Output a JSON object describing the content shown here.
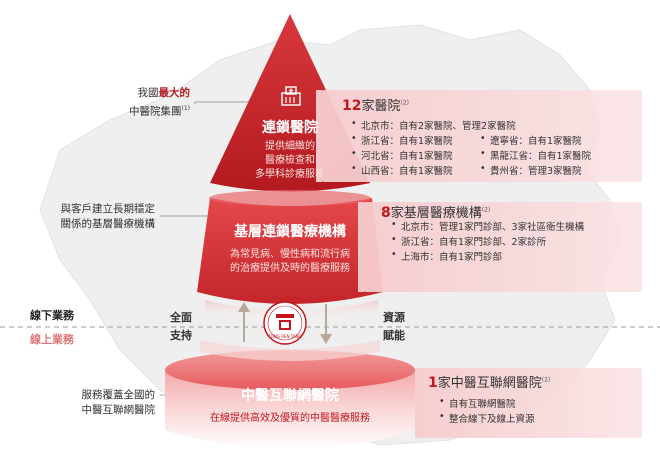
{
  "colors": {
    "primary_red": "#c4161c",
    "deep_red": "#b01e23",
    "pink_panel": "#f6ccce",
    "map_gray": "#ececec"
  },
  "left_notes": {
    "group_prefix": "我國",
    "group_highlight": "最大的",
    "group_line2": "中醫院集團",
    "group_sup": "(1)",
    "customer_line1": "與客戶建立長期穩定",
    "customer_line2": "關係的基層醫療機構",
    "online_line1": "服務覆蓋全國的",
    "online_line2": "中醫互聯網醫院"
  },
  "tiers": {
    "top": {
      "icon": "hospital-icon",
      "title": "連鎖醫院",
      "desc": [
        "提供細緻的",
        "醫療檢查和",
        "多學科診療服務"
      ]
    },
    "middle": {
      "title": "基層連鎖醫療機構",
      "desc": [
        "為常見病、慢性病和流行病",
        "的治療提供及時的醫療服務"
      ]
    },
    "bottom": {
      "title": "中醫互聯網醫院",
      "desc": "在線提供高效及優質的中醫醫療服務"
    }
  },
  "center": {
    "left_line1": "全面",
    "left_line2": "支持",
    "right_line1": "資源",
    "right_line2": "賦能",
    "offline_label": "線下業務",
    "online_label": "線上業務",
    "logo_text": "TONG REN TANG",
    "logo_icon": "tongrentang-seal-icon"
  },
  "panels": {
    "hospitals": {
      "num": "12",
      "unit": "家醫院",
      "sup": "(2)",
      "items": [
        "北京市：自有2家醫院、管理2家醫院",
        "浙江省：自有1家醫院",
        "遼寧省：自有1家醫院",
        "河北省：自有1家醫院",
        "黑龍江省：自有1家醫院",
        "山西省：自有1家醫院",
        "貴州省：管理3家醫院"
      ]
    },
    "clinics": {
      "num": "8",
      "unit": "家基層醫療機構",
      "sup": "(2)",
      "items": [
        "北京市：管理1家門診部、3家社區衛生機構",
        "浙江省：自有1家門診部、2家診所",
        "上海市：自有1家門診部"
      ]
    },
    "internet": {
      "num": "1",
      "unit": "家中醫互聯網醫院",
      "sup": "(2)",
      "items": [
        "自有互聯網醫院",
        "整合線下及線上資源"
      ]
    }
  }
}
